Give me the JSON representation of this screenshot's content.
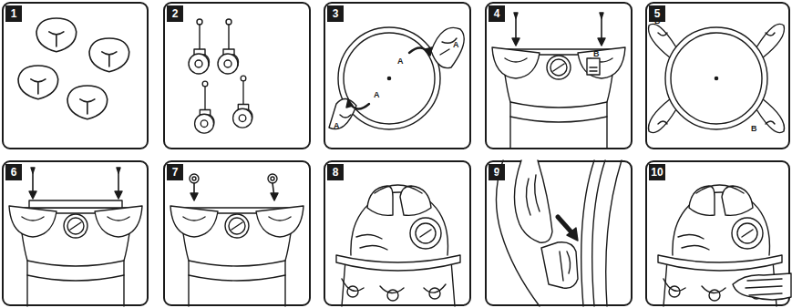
{
  "diagram": {
    "nodes": [
      {
        "text": [
          "1"
        ]
      },
      {
        "text": [
          "2"
        ]
      },
      {
        "text": [
          "3"
        ]
      },
      {
        "text": [
          "4"
        ]
      },
      {
        "text": [
          "5"
        ]
      },
      {
        "text": [
          "6"
        ]
      },
      {
        "text": [
          "7"
        ]
      },
      {
        "text": [
          "8"
        ]
      },
      {
        "text": [
          "9"
        ]
      },
      {
        "text": [
          "10"
        ]
      }
    ],
    "labels": [
      "A",
      "A",
      "A",
      "A",
      "B",
      "B",
      "B"
    ]
  }
}
